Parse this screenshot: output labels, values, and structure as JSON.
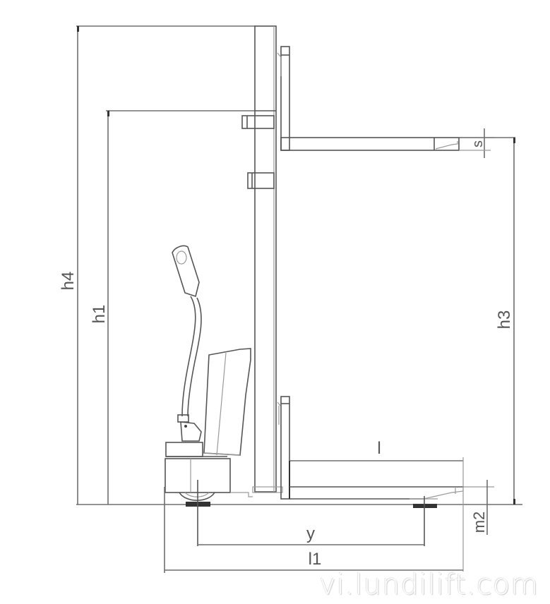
{
  "diagram": {
    "type": "technical-drawing",
    "subject": "electric walkie stacker side view",
    "colors": {
      "line": "#555555",
      "dimension": "#6e6e6e",
      "background": "#ffffff",
      "wheel_pad": "#333333"
    }
  },
  "labels": {
    "h4": "h4",
    "h1": "h1",
    "h3": "h3",
    "s": "s",
    "l": "l",
    "m2": "m2",
    "y": "y",
    "l1": "l1"
  },
  "watermark": "vi.lundilift.com"
}
